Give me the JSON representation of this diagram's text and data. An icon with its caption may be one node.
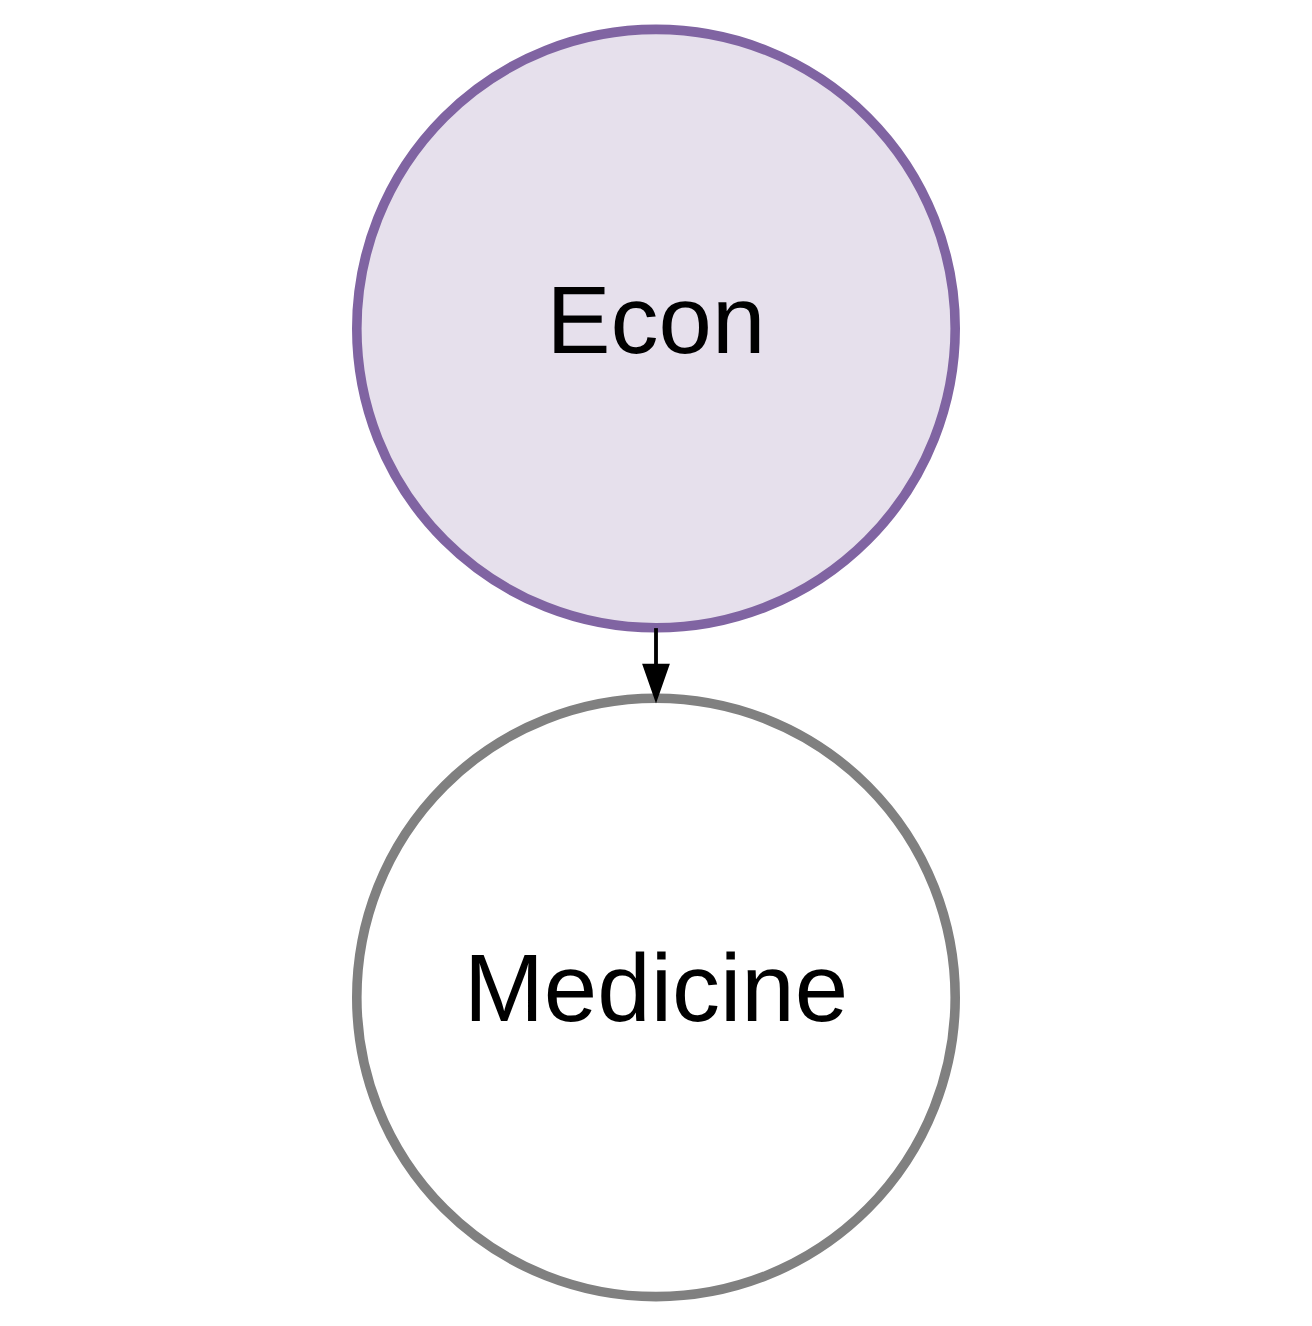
{
  "diagram": {
    "nodes": [
      {
        "text": [
          "Econ"
        ]
      },
      {
        "text": [
          "Medicine"
        ]
      }
    ],
    "edges": [
      {
        "from": 0,
        "to": 1,
        "arrow": "to"
      }
    ]
  }
}
